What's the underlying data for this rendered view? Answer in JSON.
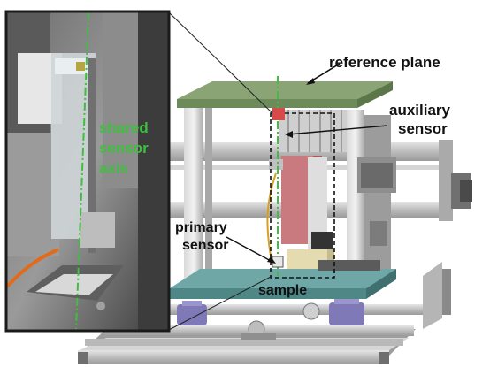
{
  "labels": {
    "reference_plane": "reference plane",
    "auxiliary_sensor_line1": "auxiliary",
    "auxiliary_sensor_line2": "sensor",
    "shared_axis_line1": "shared",
    "shared_axis_line2": "sensor",
    "shared_axis_line3": "axis",
    "primary_sensor_line1": "primary",
    "primary_sensor_line2": "sensor",
    "sample": "sample"
  },
  "colors": {
    "axis_green": "#3fbf3f",
    "label_black": "#111111",
    "sample_label_white": "#ffffff",
    "reference_plane_green": "#8aa476",
    "sample_plate_teal": "#6fa7a6",
    "aux_block_pink": "#c97a7e",
    "sample_block_beige": "#e4dcb0",
    "motor_purple": "#7f79b8",
    "frame_gray": "#c9c9c9",
    "photo_frame_black": "#1a1a1a"
  }
}
